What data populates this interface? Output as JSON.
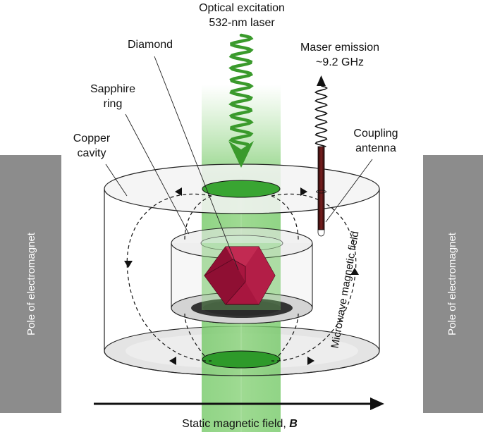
{
  "labels": {
    "optical_line1": "Optical excitation",
    "optical_line2": "532-nm laser",
    "maser_line1": "Maser emission",
    "maser_line2": "~9.2 GHz",
    "diamond": "Diamond",
    "sapphire_line1": "Sapphire",
    "sapphire_line2": "ring",
    "copper_line1": "Copper",
    "copper_line2": "cavity",
    "coupling_line1": "Coupling",
    "coupling_line2": "antenna",
    "pole_left": "Pole of electromagnet",
    "pole_right": "Pole of electromagnet",
    "microwave_field": "Microwave magnetic field",
    "static_field": "Static magnetic field, ",
    "static_field_symbol": "B"
  },
  "colors": {
    "laser_green": "#4fb848",
    "wavy_green": "#3a9a2c",
    "pole_grey": "#8c8c8c",
    "diamond_red": "#a8163f",
    "antenna_dark": "#4a1010"
  }
}
